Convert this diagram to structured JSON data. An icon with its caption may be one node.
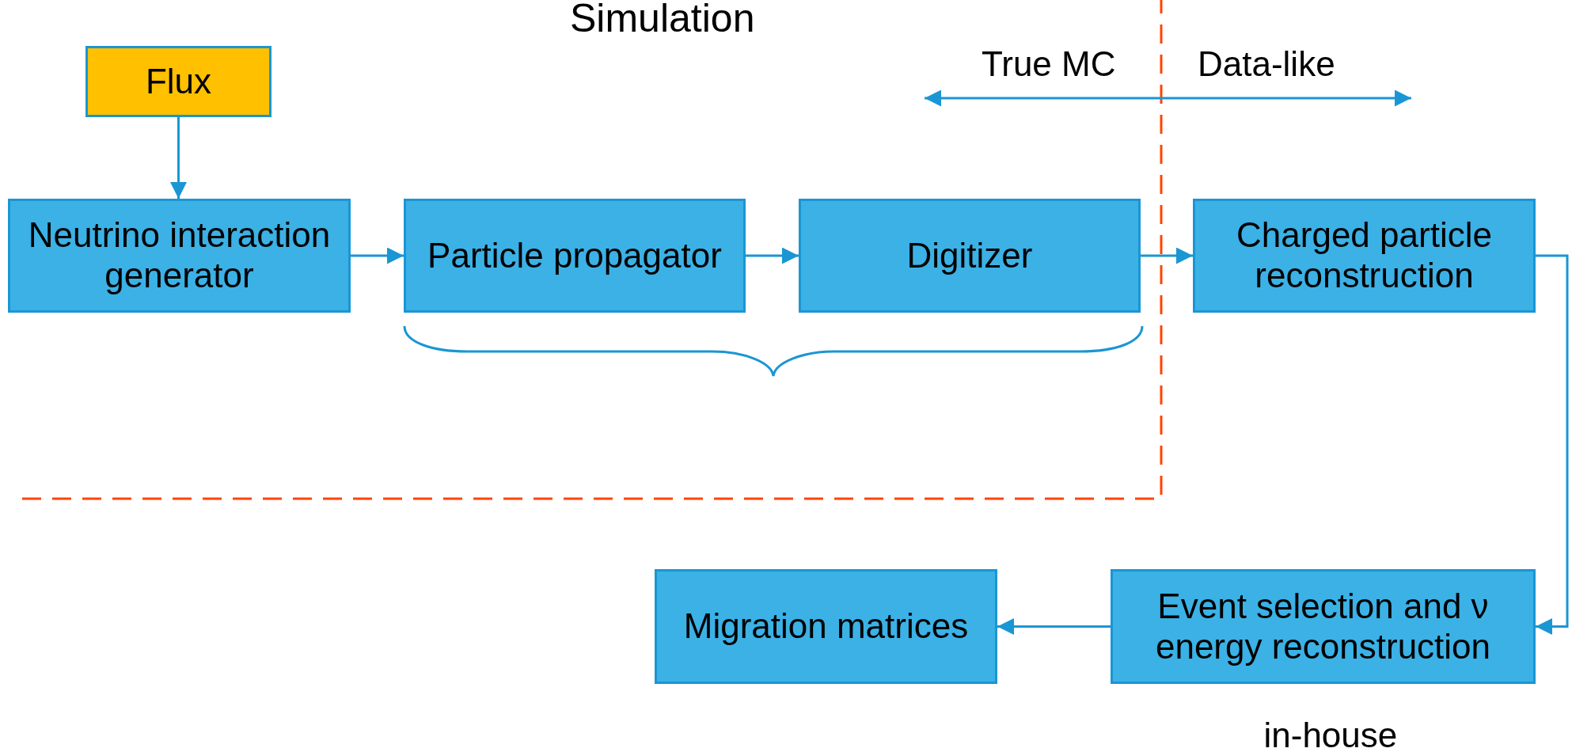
{
  "diagram": {
    "title": "Simulation",
    "nodes": [
      {
        "text": [
          "Flux"
        ]
      },
      {
        "text": [
          "Neutrino interaction generator"
        ]
      },
      {
        "text": [
          "Particle propagator"
        ]
      },
      {
        "text": [
          "Digitizer"
        ]
      },
      {
        "text": [
          "Charged particle reconstruction"
        ]
      },
      {
        "text": [
          "Event selection and ν energy reconstruction"
        ],
        "beside": [
          "in-house"
        ]
      },
      {
        "text": [
          "Migration matrices"
        ]
      }
    ],
    "edges": [
      {
        "from": 0,
        "to": 1,
        "arrow": "to"
      },
      {
        "from": 1,
        "to": 2,
        "arrow": "to"
      },
      {
        "from": 2,
        "to": 3,
        "arrow": "to"
      },
      {
        "from": 3,
        "to": 4,
        "arrow": "to"
      },
      {
        "from": 4,
        "to": 5,
        "arrow": "to"
      },
      {
        "from": 5,
        "to": 6,
        "arrow": "to"
      }
    ],
    "labels": [
      "True MC",
      "Data-like"
    ]
  }
}
